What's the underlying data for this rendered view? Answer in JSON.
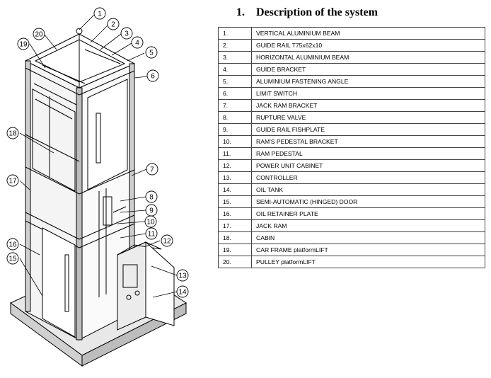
{
  "header": {
    "number": "1.",
    "title": "Description of the system"
  },
  "parts": [
    {
      "n": "1.",
      "d": "VERTICAL ALUMINIUM BEAM"
    },
    {
      "n": "2.",
      "d": "GUIDE RAIL T75x62x10"
    },
    {
      "n": "3.",
      "d": "HORIZONTAL ALUMINIUM BEAM"
    },
    {
      "n": "4.",
      "d": "GUIDE BRACKET"
    },
    {
      "n": "5.",
      "d": "ALUMINIUM FASTENING ANGLE"
    },
    {
      "n": "6.",
      "d": "LIMIT SWITCH"
    },
    {
      "n": "7.",
      "d": "JACK RAM BRACKET"
    },
    {
      "n": "8.",
      "d": "RUPTURE VALVE"
    },
    {
      "n": "9.",
      "d": "GUIDE RAIL FISHPLATE"
    },
    {
      "n": "10.",
      "d": "RAM'S PEDESTAL BRACKET"
    },
    {
      "n": "11.",
      "d": "RAM PEDESTAL"
    },
    {
      "n": "12.",
      "d": "POWER UNIT CABINET"
    },
    {
      "n": "13.",
      "d": "CONTROLLER"
    },
    {
      "n": "14.",
      "d": "OIL TANK"
    },
    {
      "n": "15.",
      "d": "SEMI-AUTOMATIC (HINGED) DOOR"
    },
    {
      "n": "16.",
      "d": "OIL RETAINER PLATE"
    },
    {
      "n": "17.",
      "d": "JACK RAM"
    },
    {
      "n": "18.",
      "d": "CABIN"
    },
    {
      "n": "19.",
      "d": "CAR FRAME platformLIFT"
    },
    {
      "n": "20.",
      "d": "PULLEY platformLIFT"
    }
  ],
  "callouts": [
    "1",
    "2",
    "3",
    "4",
    "5",
    "6",
    "7",
    "8",
    "9",
    "10",
    "11",
    "12",
    "13",
    "14",
    "15",
    "16",
    "17",
    "18",
    "19",
    "20"
  ]
}
